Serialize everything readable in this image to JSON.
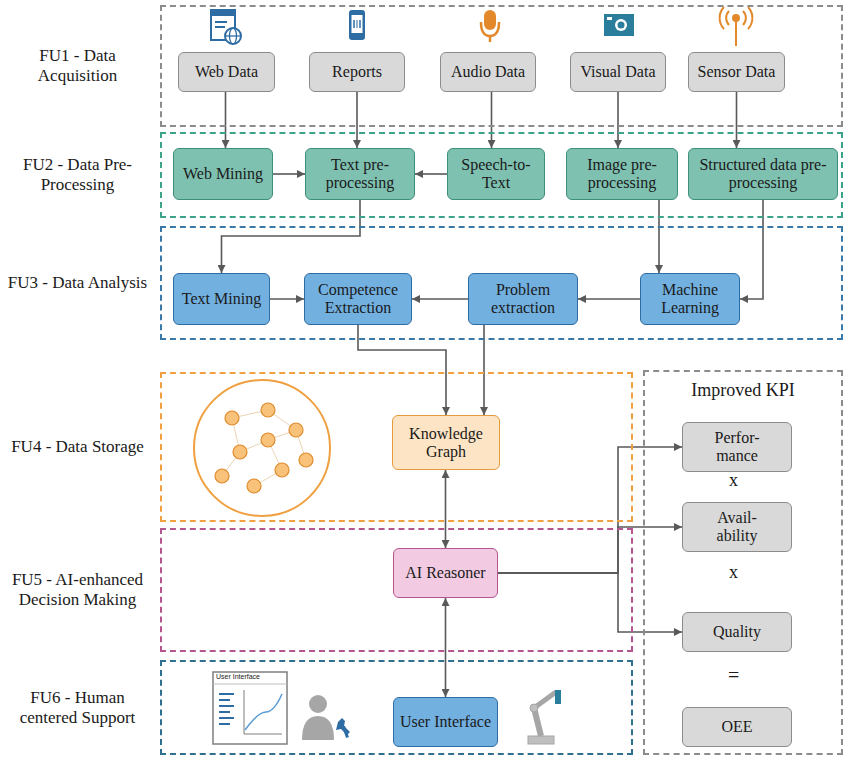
{
  "diagram": {
    "nodes": [
      {
        "text": [
          "FU1 - Data Acquisition"
        ]
      },
      {
        "text": [
          "Web Data"
        ],
        "in": 0
      },
      {
        "text": [
          "Reports"
        ],
        "in": 0
      },
      {
        "text": [
          "Audio Data"
        ],
        "in": 0
      },
      {
        "text": [
          "Visual Data"
        ],
        "in": 0
      },
      {
        "text": [
          "Sensor Data"
        ],
        "in": 0
      },
      {
        "text": [
          "FU2 - Data Pre-Processing"
        ]
      },
      {
        "text": [
          "Web Mining"
        ],
        "in": 6
      },
      {
        "text": [
          "Text pre-processing"
        ],
        "in": 6
      },
      {
        "text": [
          "Speech-to-Text"
        ],
        "in": 6
      },
      {
        "text": [
          "Image pre-processing"
        ],
        "in": 6
      },
      {
        "text": [
          "Structured data pre-processing"
        ],
        "in": 6
      },
      {
        "text": [
          "FU3 - Data Analysis"
        ]
      },
      {
        "text": [
          "Text Mining"
        ],
        "in": 12
      },
      {
        "text": [
          "Competence Extraction"
        ],
        "in": 12
      },
      {
        "text": [
          "Problem extraction"
        ],
        "in": 12
      },
      {
        "text": [
          "Machine Learning"
        ],
        "in": 12
      },
      {
        "text": [
          "FU4 - Data Storage"
        ]
      },
      {
        "text": [
          "Knowledge Graph"
        ],
        "in": 17
      },
      {
        "text": [
          "FU5 - AI-enhanced Decision Making"
        ]
      },
      {
        "text": [
          "AI Reasoner"
        ],
        "in": 19
      },
      {
        "text": [
          "FU6 - Human centered Support"
        ]
      },
      {
        "text": [
          "User Interface"
        ],
        "in": 21
      },
      {
        "text": [
          "Improved KPI"
        ]
      },
      {
        "text": [
          "Perfor- mance"
        ],
        "in": 23
      },
      {
        "text": [
          "Avail- ability"
        ],
        "in": 23
      },
      {
        "text": [
          "Quality"
        ],
        "in": 23
      },
      {
        "text": [
          "OEE"
        ],
        "in": 23
      }
    ],
    "edges": [
      {
        "from": 1,
        "to": 7,
        "arrow": "to"
      },
      {
        "from": 2,
        "to": 8,
        "arrow": "to"
      },
      {
        "from": 3,
        "to": 9,
        "arrow": "to"
      },
      {
        "from": 4,
        "to": 10,
        "arrow": "to"
      },
      {
        "from": 5,
        "to": 11,
        "arrow": "to"
      },
      {
        "from": 7,
        "to": 8,
        "arrow": "to"
      },
      {
        "from": 9,
        "to": 8,
        "arrow": "to"
      },
      {
        "from": 8,
        "to": 13,
        "arrow": "to"
      },
      {
        "from": 10,
        "to": 16,
        "arrow": "to"
      },
      {
        "from": 11,
        "to": 16,
        "arrow": "to"
      },
      {
        "from": 13,
        "to": 14,
        "arrow": "to"
      },
      {
        "from": 16,
        "to": 15,
        "arrow": "to"
      },
      {
        "from": 15,
        "to": 14,
        "arrow": "to"
      },
      {
        "from": 14,
        "to": 18,
        "arrow": "to"
      },
      {
        "from": 15,
        "to": 18,
        "arrow": "to"
      },
      {
        "from": 18,
        "to": 20,
        "arrow": "both"
      },
      {
        "from": 20,
        "to": 22,
        "arrow": "both"
      },
      {
        "from": 20,
        "to": 24,
        "arrow": "to"
      },
      {
        "from": 20,
        "to": 25,
        "arrow": "to"
      },
      {
        "from": 20,
        "to": 26,
        "arrow": "to"
      }
    ],
    "labels": [
      "x",
      "x",
      "=",
      "User Interface"
    ]
  }
}
